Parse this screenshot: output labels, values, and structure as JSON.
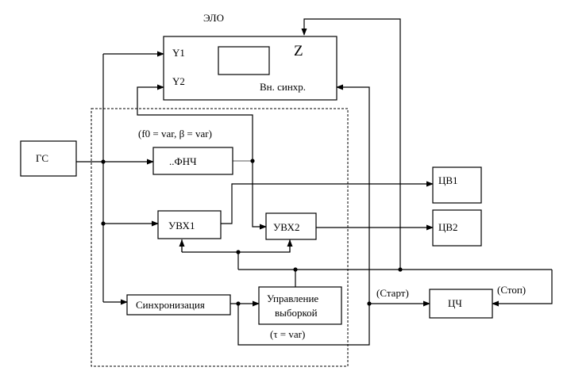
{
  "oscilloscope": {
    "title": "ЭЛО",
    "input_y1": "Y1",
    "input_y2": "Y2",
    "input_z": "Z",
    "ext_sync": "Вн. синхр."
  },
  "blocks": {
    "generator": "ГС",
    "lowpass_filter": "..ФНЧ",
    "filter_params": "(f0 = var, β = var)",
    "sample_hold_1": "УВХ1",
    "sample_hold_2": "УВХ2",
    "voltmeter_1": "ЦВ1",
    "voltmeter_2": "ЦВ2",
    "sync": "Синхронизация",
    "sampling_control_line1": "Управление",
    "sampling_control_line2": "выборкой",
    "tau_note": "(τ = var)",
    "frequency_meter": "ЦЧ",
    "start_label": "(Старт)",
    "stop_label": "(Стоп)"
  }
}
